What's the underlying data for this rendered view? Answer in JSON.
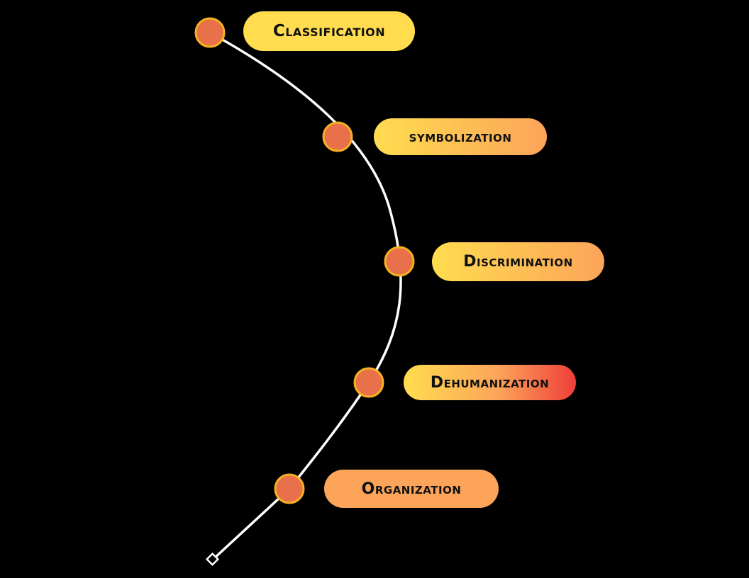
{
  "stages": [
    {
      "label": "Classification"
    },
    {
      "label": "symbolization"
    },
    {
      "label": "Discrimination"
    },
    {
      "label": "Dehumanization"
    },
    {
      "label": "Organization"
    }
  ],
  "colors": {
    "background": "#000000",
    "curve": "#ffffff",
    "node_fill": "#e8704a",
    "node_stroke": "#f5b21e",
    "pill_yellow": "#ffdd4f",
    "pill_orange": "#fca45a",
    "pill_red": "#ef3e3a",
    "text": "#111111"
  }
}
